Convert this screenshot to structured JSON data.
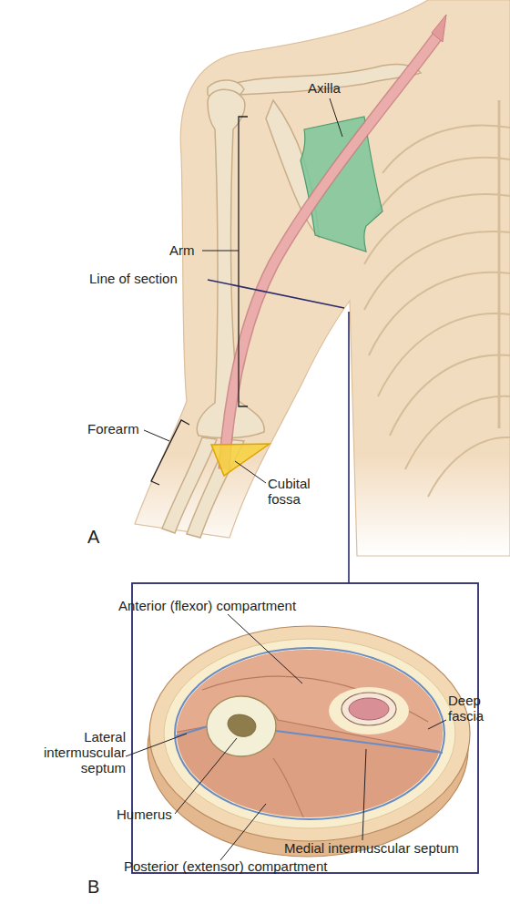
{
  "diagram": {
    "labels": [
      "Axilla",
      "Arm",
      "Line of section",
      "Forearm",
      "Cubital fossa",
      "A",
      "Anterior (flexor) compartment",
      "Deep fascia",
      "Lateral intermuscular septum",
      "Humerus",
      "Medial intermuscular septum",
      "Posterior (extensor) compartment",
      "B"
    ]
  }
}
